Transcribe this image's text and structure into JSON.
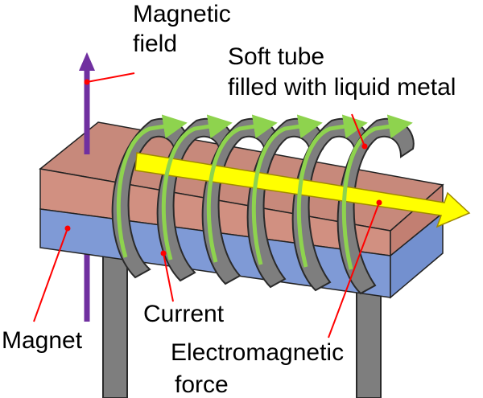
{
  "labels": {
    "magnetic_field_line1": "Magnetic",
    "magnetic_field_line2": "field",
    "soft_tube_line1": "Soft tube",
    "soft_tube_line2": "filled with liquid metal",
    "magnet": "Magnet",
    "current": "Current",
    "em_force_line1": "Electromagnetic",
    "em_force_line2": "force"
  },
  "colors": {
    "magnet_top": "#c8877a",
    "magnet_top_face": "#cf8e80",
    "magnet_bottom": "#7f9ad6",
    "tube": "#7e7e7e",
    "tube_outline": "#2a2a2a",
    "current_arrow": "#8ed34e",
    "force_arrow": "#ffff00",
    "field_arrow": "#7030a0",
    "leader_line": "#ff0000"
  },
  "coil": {
    "turns": 6
  }
}
